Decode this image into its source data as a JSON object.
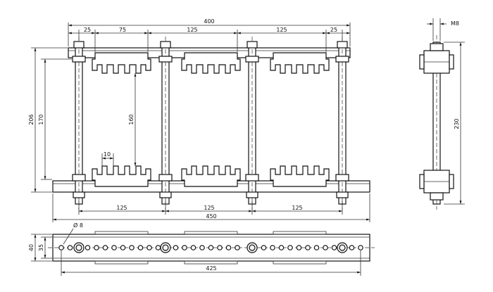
{
  "dimensions": {
    "overall_width": "400",
    "seg_first": "25",
    "seg_75": "75",
    "seg_125_a": "125",
    "seg_125_b": "125",
    "seg_last": "25",
    "height_206": "206",
    "height_170": "170",
    "height_160": "160",
    "tooth_10": "10",
    "bottom_125_a": "125",
    "bottom_125_b": "125",
    "bottom_125_c": "125",
    "bottom_450": "450",
    "thread_m8": "M8",
    "side_230": "230",
    "hole_dia": "Ø 8",
    "bar_40": "40",
    "bar_35": "35",
    "bar_425": "425"
  }
}
